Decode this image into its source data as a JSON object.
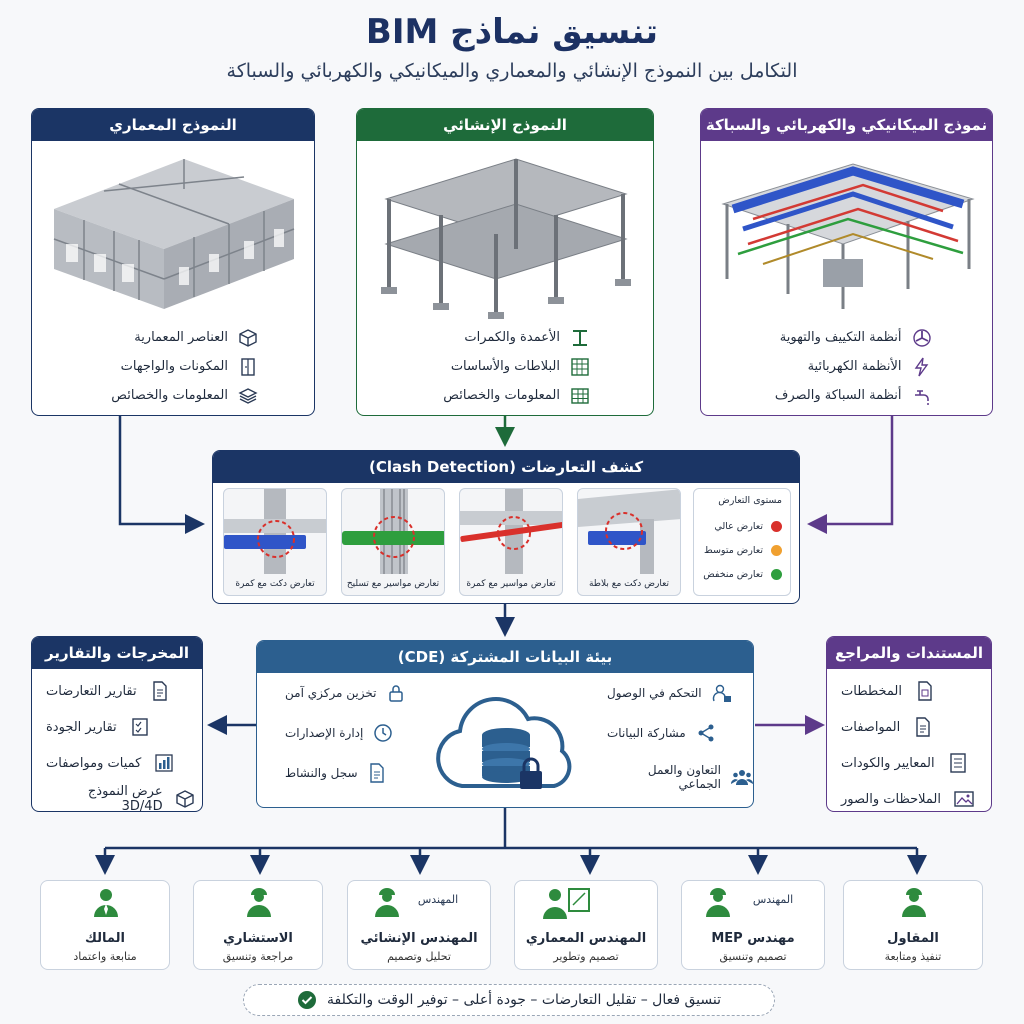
{
  "header": {
    "title": "تنسيق نماذج BIM",
    "subtitle": "التكامل بين النموذج الإنشائي والمعماري والميكانيكي والكهربائي والسباكة"
  },
  "models": [
    {
      "title": "النموذج المعماري",
      "features": [
        "العناصر المعمارية",
        "المكونات والواجهات",
        "المعلومات والخصائص"
      ]
    },
    {
      "title": "النموذج الإنشائي",
      "features": [
        "الأعمدة والكمرات",
        "البلاطات والأساسات",
        "المعلومات والخصائص"
      ]
    },
    {
      "title": "نموذج الميكانيكي والكهربائي والسباكة",
      "features": [
        "أنظمة التكييف والتهوية",
        "الأنظمة الكهربائية",
        "أنظمة السباكة والصرف"
      ]
    }
  ],
  "clash": {
    "title": "كشف التعارضات (Clash Detection)",
    "cards": [
      "تعارض دكت مع كمرة",
      "تعارض مواسير مع تسليح",
      "تعارض مواسير مع كمرة",
      "تعارض دكت مع بلاطة"
    ],
    "legend": {
      "title": "مستوى التعارض",
      "levels": [
        "تعارض عالي",
        "تعارض متوسط",
        "تعارض منخفض"
      ]
    },
    "colors": {
      "high": "#d9302b",
      "medium": "#f0a030",
      "low": "#2e9e3e"
    }
  },
  "outputs": {
    "title": "المخرجات والتقارير",
    "items": [
      "تقارير التعارضات",
      "تقارير الجودة",
      "كميات ومواصفات",
      "عرض النموذج 3D/4D"
    ]
  },
  "cde": {
    "title": "بيئة البيانات المشتركة (CDE)",
    "left_items": [
      "تخزين مركزي آمن",
      "إدارة الإصدارات",
      "سجل والنشاط"
    ],
    "right_items": [
      "التحكم في الوصول",
      "مشاركة البيانات",
      "التعاون والعمل الجماعي"
    ]
  },
  "references": {
    "title": "المستندات والمراجع",
    "items": [
      "المخططات",
      "المواصفات",
      "المعايير والكودات",
      "الملاحظات والصور"
    ]
  },
  "roles": [
    {
      "name": "المالك",
      "sub": "متابعة واعتماد",
      "over": ""
    },
    {
      "name": "الاستشاري",
      "sub": "مراجعة وتنسيق",
      "over": ""
    },
    {
      "name": "المهندس الإنشائي",
      "sub": "تحليل وتصميم",
      "over": "المهندس"
    },
    {
      "name": "المهندس المعماري",
      "sub": "تصميم وتطوير",
      "over": ""
    },
    {
      "name": "مهندس MEP",
      "sub": "تصميم وتنسيق",
      "over": "المهندس"
    },
    {
      "name": "المقاول",
      "sub": "تنفيذ ومتابعة",
      "over": ""
    }
  ],
  "footer": {
    "text": "تنسيق فعال – تقليل التعارضات – جودة أعلى – توفير الوقت والتكلفة"
  },
  "palette": {
    "navy": "#1b3565",
    "green": "#1e6b3a",
    "purple": "#5d3a8a",
    "steel": "#2c5f8f",
    "role_green": "#2e8b3e"
  }
}
